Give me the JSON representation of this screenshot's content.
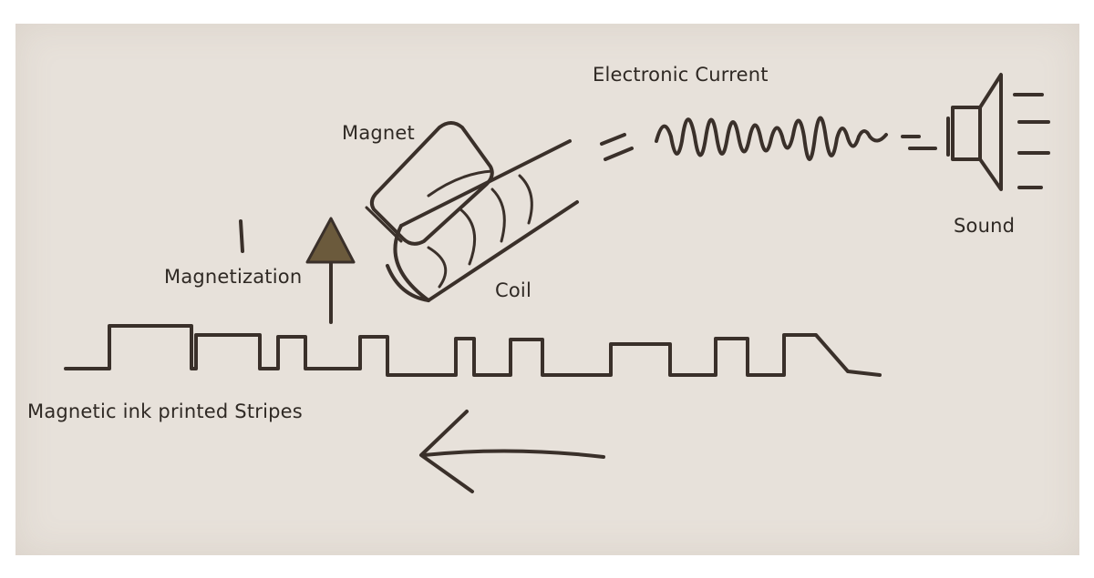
{
  "labels": {
    "electronic_current": "Electronic Current",
    "magnet": "Magnet",
    "magnetization": "Magnetization",
    "coil": "Coil",
    "sound": "Sound",
    "stripes": "Magnetic ink printed Stripes"
  },
  "colors": {
    "paper": "#e7e1da",
    "ink": "#3a302a",
    "arrowhead": "#6b5a3c"
  }
}
